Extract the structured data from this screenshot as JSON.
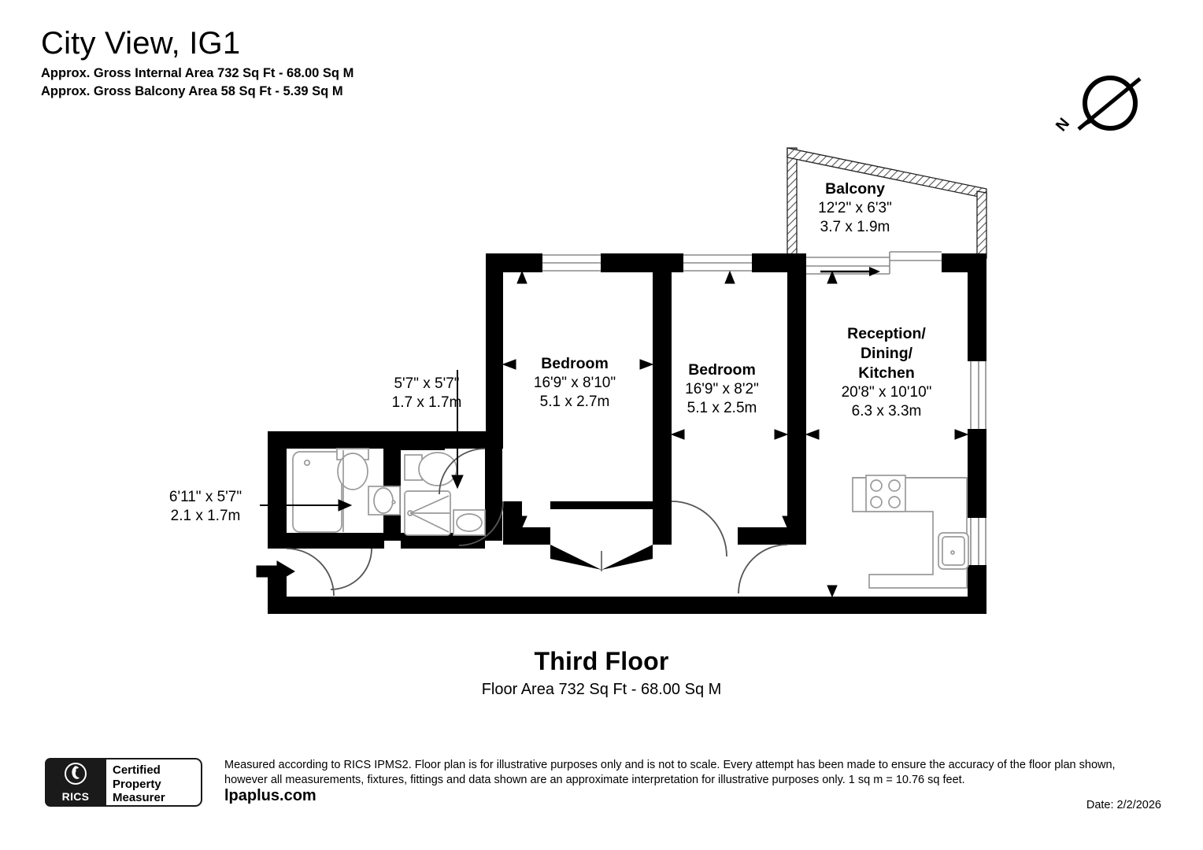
{
  "header": {
    "title": "City View, IG1",
    "internal_area": "Approx. Gross Internal Area 732 Sq Ft - 68.00 Sq M",
    "balcony_area": "Approx. Gross Balcony Area 58 Sq Ft - 5.39 Sq M"
  },
  "compass": {
    "north_label": "N"
  },
  "rooms": [
    {
      "key": "balcony",
      "name": "Balcony",
      "dim_ft": "12'2\" x 6'3\"",
      "dim_m": "3.7 x 1.9m"
    },
    {
      "key": "bedroom1",
      "name": "Bedroom",
      "dim_ft": "16'9\" x 8'10\"",
      "dim_m": "5.1 x 2.7m"
    },
    {
      "key": "bedroom2",
      "name": "Bedroom",
      "dim_ft": "16'9\" x 8'2\"",
      "dim_m": "5.1 x 2.5m"
    },
    {
      "key": "reception",
      "name": "Reception/\nDining/\nKitchen",
      "dim_ft": "20'8\" x 10'10\"",
      "dim_m": "6.3 x 3.3m"
    },
    {
      "key": "shower",
      "name": "",
      "dim_ft": "5'7\" x 5'7\"",
      "dim_m": "1.7 x 1.7m"
    },
    {
      "key": "bathroom",
      "name": "",
      "dim_ft": "6'11\" x 5'7\"",
      "dim_m": "2.1 x 1.7m"
    }
  ],
  "reception_name_lines": [
    "Reception/",
    "Dining/",
    "Kitchen"
  ],
  "floor": {
    "name": "Third Floor",
    "area": "Floor Area 732 Sq Ft - 68.00 Sq M"
  },
  "footer": {
    "rics_mark": "RICS",
    "badge_line1": "Certified",
    "badge_line2": "Property",
    "badge_line3": "Measurer",
    "website": "lpaplus.com",
    "disclaimer_line1": "Measured according to RICS IPMS2. Floor plan is for illustrative purposes only and is not to scale. Every attempt has been made to ensure the accuracy of the floor plan shown,",
    "disclaimer_line2": "however all measurements, fixtures, fittings and data shown are an approximate interpretation for illustrative purposes only. 1 sq m = 10.76 sq feet.",
    "date": "Date: 2/2/2026"
  },
  "colors": {
    "wall": "#000000",
    "fixture": "#808080",
    "paper": "#ffffff"
  }
}
